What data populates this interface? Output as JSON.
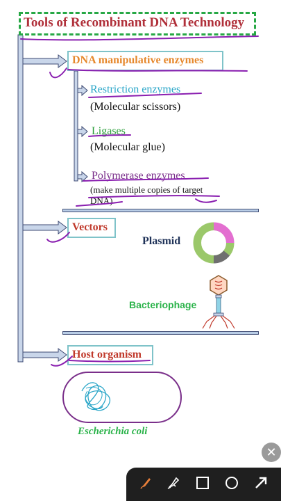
{
  "diagram": {
    "title": "Tools of Recombinant DNA Technology",
    "section_enzymes": {
      "heading": "DNA manipulative enzymes",
      "items": [
        {
          "name": "Restriction enzymes",
          "description": "(Molecular scissors)"
        },
        {
          "name": "Ligases",
          "description": "(Molecular glue)"
        },
        {
          "name": "Polymerase enzymes",
          "description": "(make multiple copies of target DNA)"
        }
      ]
    },
    "section_vectors": {
      "heading": "Vectors",
      "plasmid_label": "Plasmid",
      "phage_label": "Bacteriophage"
    },
    "section_host": {
      "heading": "Host organism",
      "example_label": "Escherichia coli"
    }
  },
  "colors": {
    "title_border": "#27a845",
    "title_text": "#b0303a",
    "heading_box_border": "#7fc3c9",
    "enzymes_heading": "#e6882c",
    "vectors_heading": "#c0392b",
    "restriction": "#2aa6c8",
    "ligases": "#2b9e3a",
    "polymerase": "#7a2f8a",
    "plasmid_pink": "#e36fd0",
    "plasmid_green": "#9bc86a",
    "plasmid_gray": "#6f6f6f",
    "annotation_pen": "#8a1fb0",
    "ecoli_border": "#7a2f8a",
    "ecoli_dna": "#2aa6c8"
  },
  "toolbar": {
    "tools": [
      "pen-icon",
      "highlighter-icon",
      "rectangle-icon",
      "circle-icon",
      "arrow-icon"
    ],
    "close_icon": "close-icon"
  }
}
